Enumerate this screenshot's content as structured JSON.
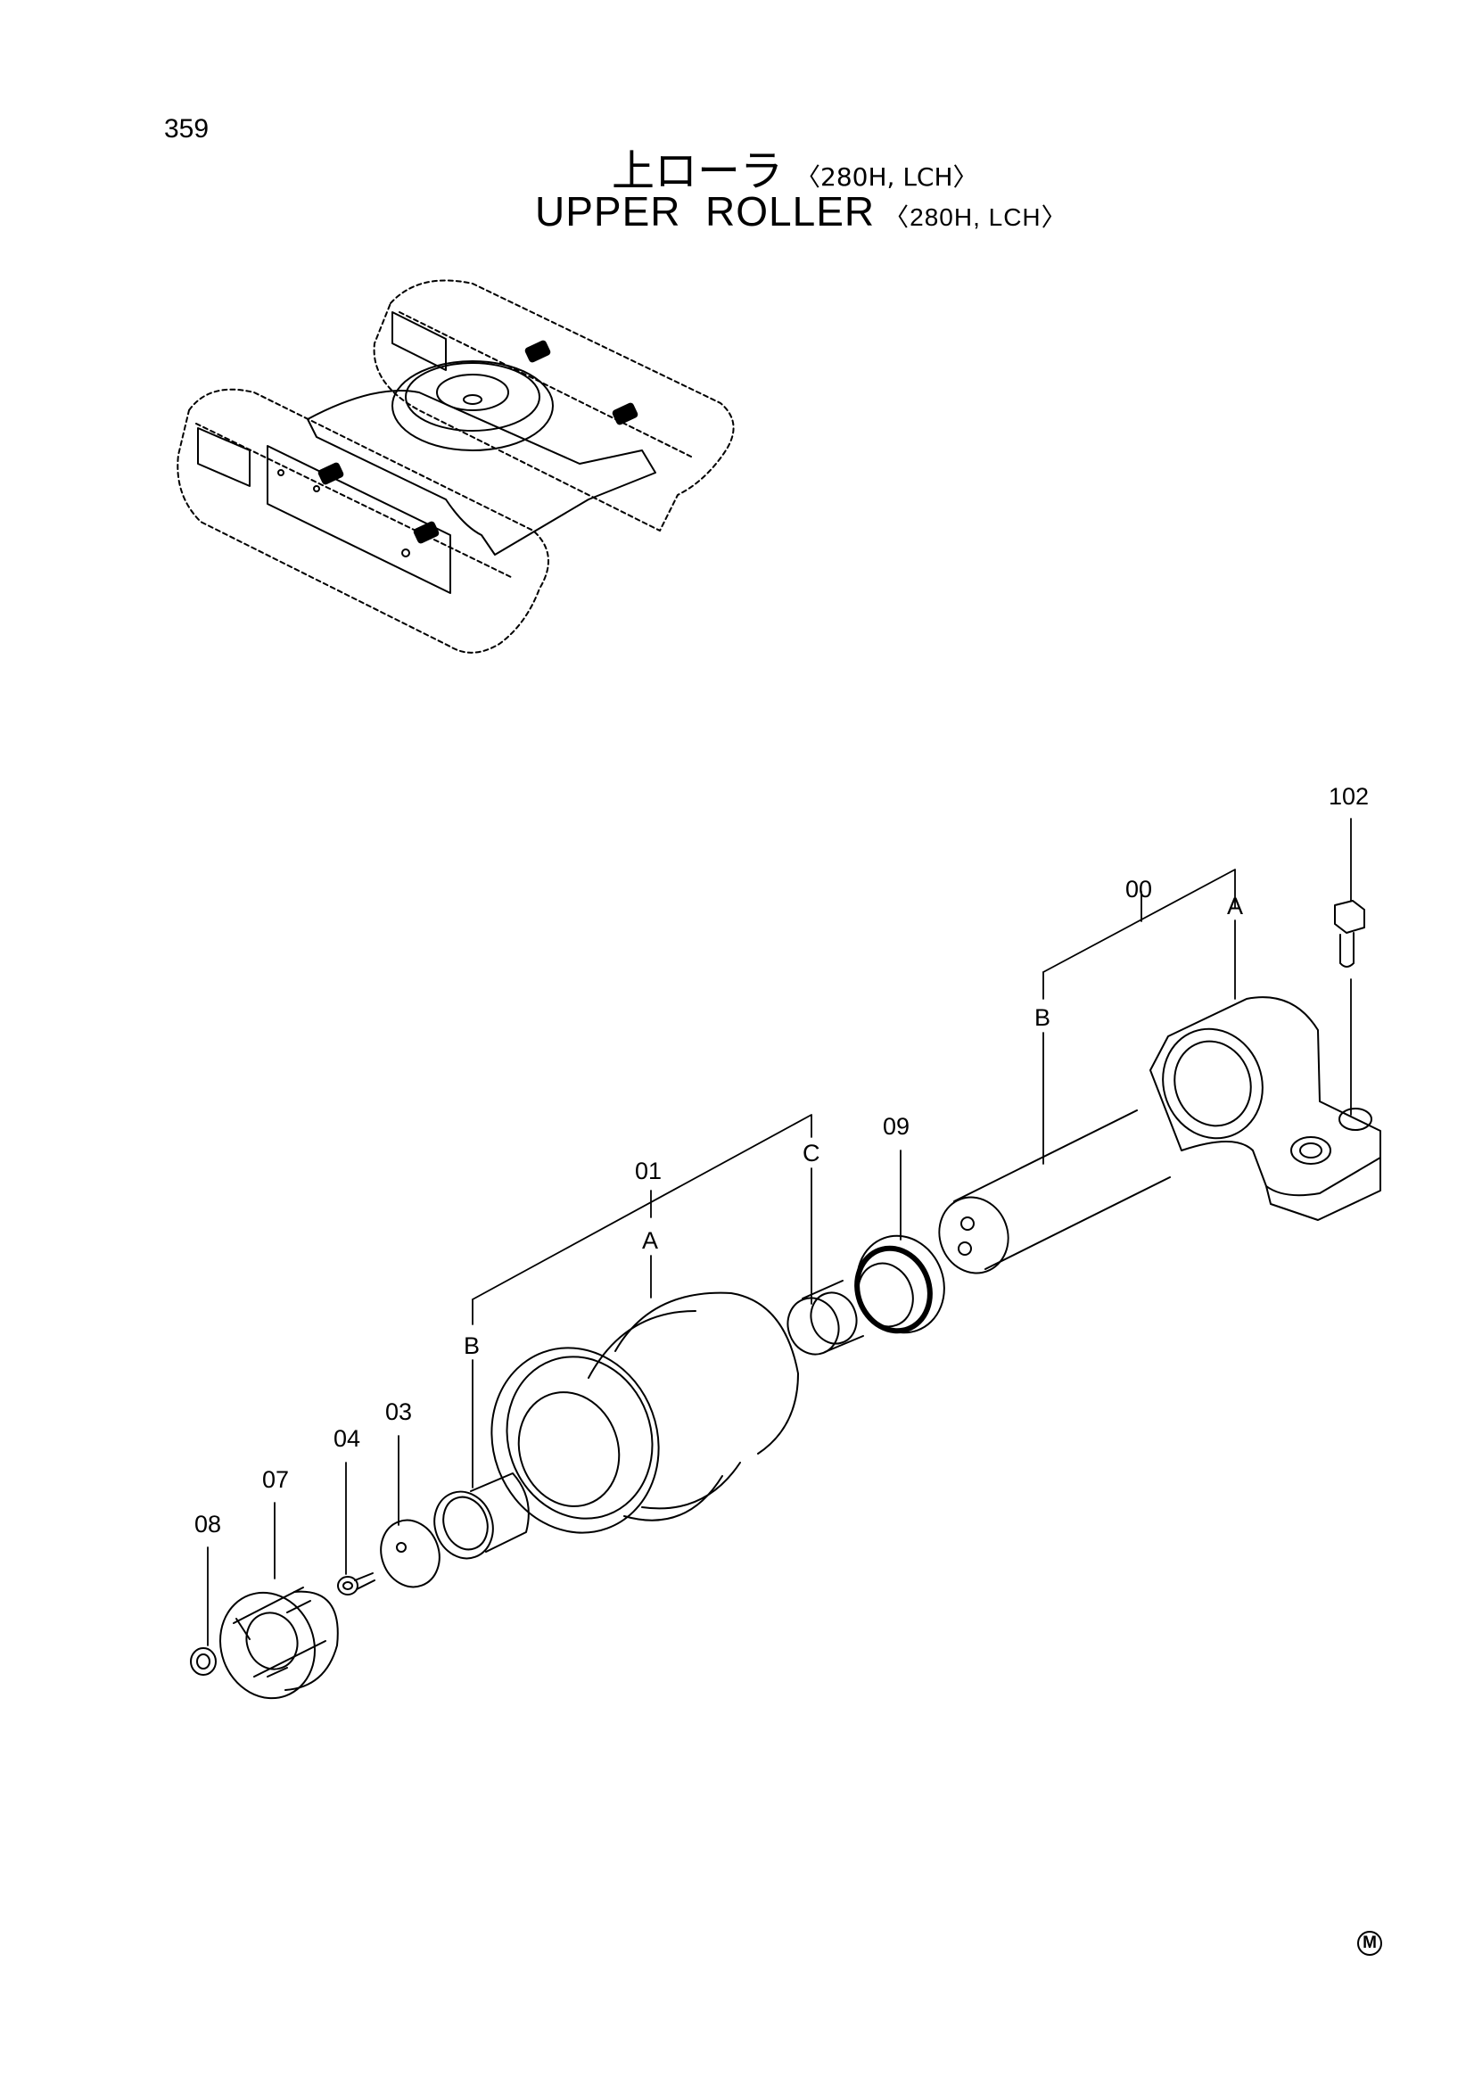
{
  "page_number": "359",
  "title": {
    "jp": "上ローラ",
    "jp_models": "〈280H, LCH〉",
    "en": "UPPER  ROLLER",
    "en_models": "〈280H, LCH〉"
  },
  "labels": {
    "p102": "102",
    "p00": "00",
    "p00_A": "A",
    "p00_B": "B",
    "p09": "09",
    "p01": "01",
    "p01_A": "A",
    "p01_B": "B",
    "p01_C": "C",
    "p03": "03",
    "p04": "04",
    "p07": "07",
    "p08": "08"
  },
  "mark": "M"
}
